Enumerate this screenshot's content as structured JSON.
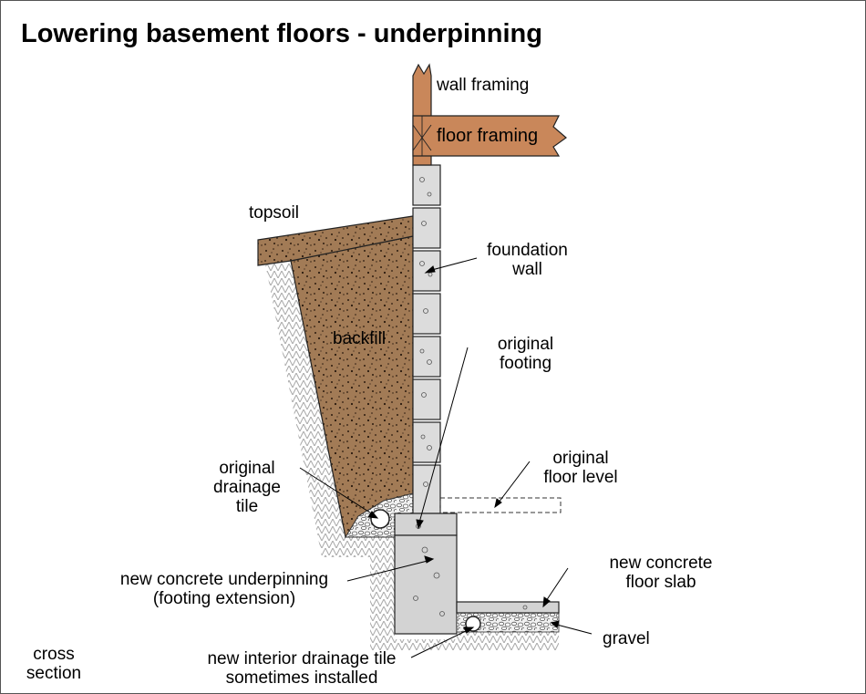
{
  "title": "Lowering basement floors - underpinning",
  "labels": {
    "wall_framing": "wall framing",
    "floor_framing": "floor framing",
    "topsoil": "topsoil",
    "foundation_wall": [
      "foundation",
      "wall"
    ],
    "backfill": "backfill",
    "original_footing": [
      "original",
      "footing"
    ],
    "original_floor_level": [
      "original",
      "floor level"
    ],
    "original_drainage_tile": [
      "original",
      "drainage",
      "tile"
    ],
    "new_concrete_underpinning": [
      "new concrete underpinning",
      "(footing extension)"
    ],
    "new_concrete_floor_slab": [
      "new concrete",
      "floor slab"
    ],
    "gravel": "gravel",
    "cross_section": [
      "cross",
      "section"
    ],
    "new_interior_drainage_tile": [
      "new interior drainage tile",
      "sometimes installed"
    ]
  },
  "colors": {
    "wood": "#c9875a",
    "soil": "#a27b56",
    "concrete": "#d3d3d3",
    "block": "#dcdcdc",
    "outline": "#222222",
    "hatch": "#b0b0b0"
  }
}
